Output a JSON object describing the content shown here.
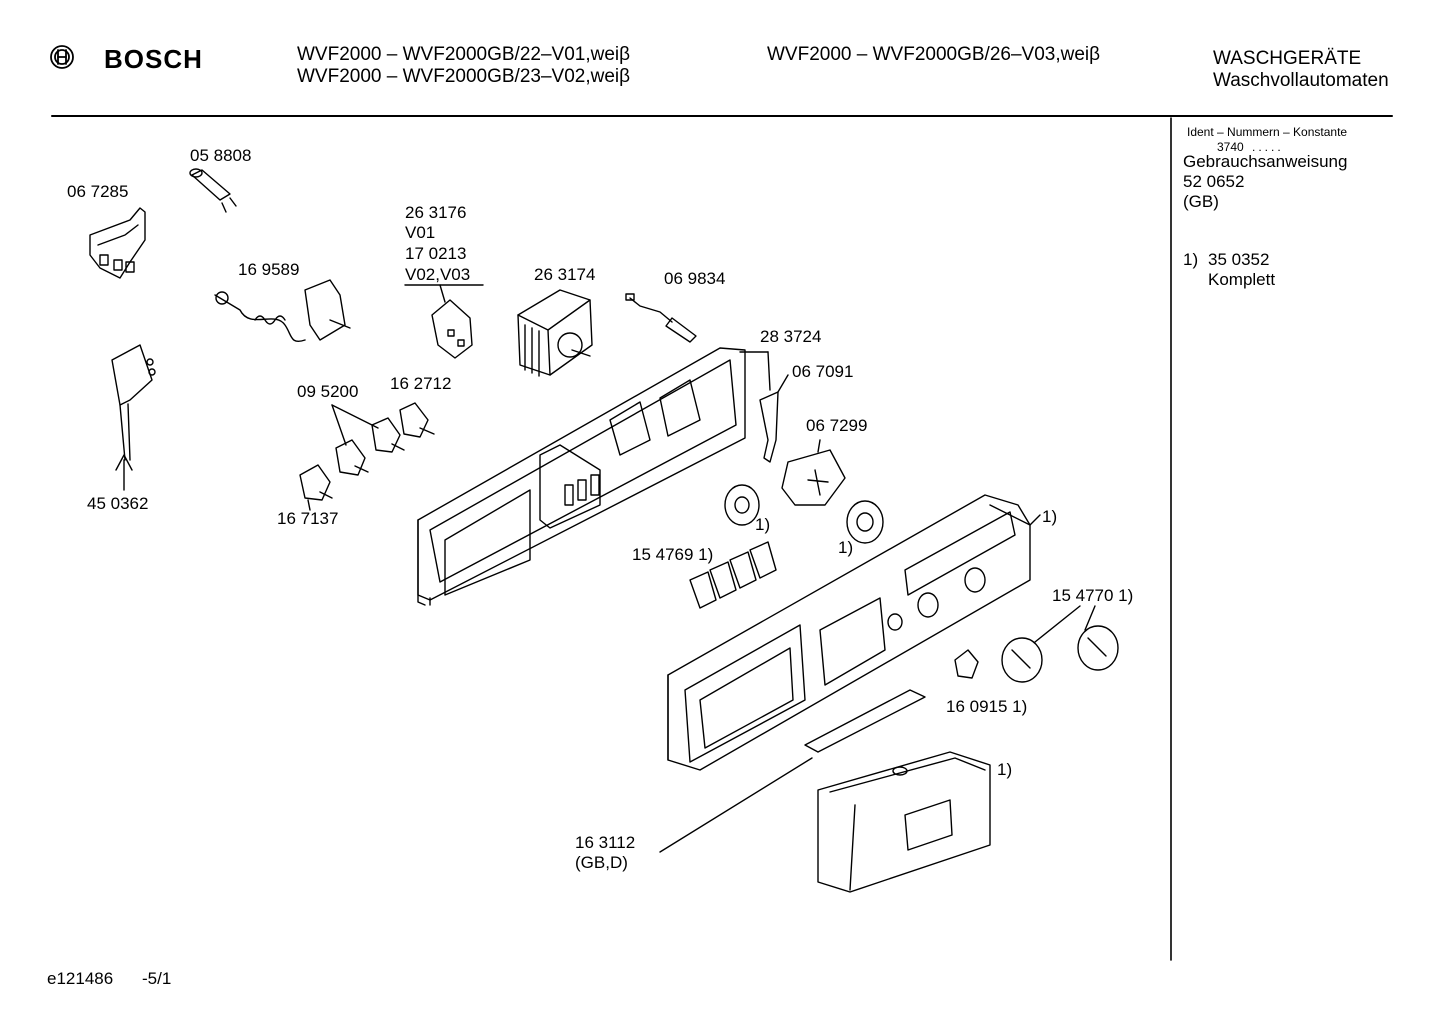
{
  "header": {
    "brand": "BOSCH",
    "models_left": [
      "WVF2000 – WVF2000GB/22–V01,weiβ",
      "WVF2000 – WVF2000GB/23–V02,weiβ"
    ],
    "models_right": [
      "WVF2000 – WVF2000GB/26–V03,weiβ"
    ],
    "category": [
      "WASCHGERÄTE",
      "Waschvollautomaten"
    ]
  },
  "sidebar": {
    "ident_title": "Ident – Nummern – Konstante",
    "ident_value": "3740",
    "manual_label": "Gebrauchsanweisung",
    "manual_number": "52 0652",
    "manual_region": "(GB)",
    "footnote_marker": "1)",
    "footnote_number": "35 0352",
    "footnote_text": "Komplett"
  },
  "parts": {
    "p058808": "05 8808",
    "p067285": "06 7285",
    "p169589": "16 9589",
    "p263176": "26 3176",
    "v01": "V01",
    "p170213": "17 0213",
    "v02v03": "V02,V03",
    "p263174": "26 3174",
    "p069834": "06 9834",
    "p283724": "28 3724",
    "p067091": "06 7091",
    "p067299": "06 7299",
    "p095200": "09 5200",
    "p162712": "16 2712",
    "p450362": "45 0362",
    "p167137": "16 7137",
    "fn1": "1)",
    "p154769": "15 4769 1)",
    "fn2": "1)",
    "fn3": "1)",
    "p154770": "15 4770 1)",
    "p160915": "16 0915 1)",
    "fn4": "1)",
    "p163112": "16 3112",
    "gbd": "(GB,D)"
  },
  "footer": {
    "drawing_id": "e121486",
    "page": "-5/1"
  }
}
